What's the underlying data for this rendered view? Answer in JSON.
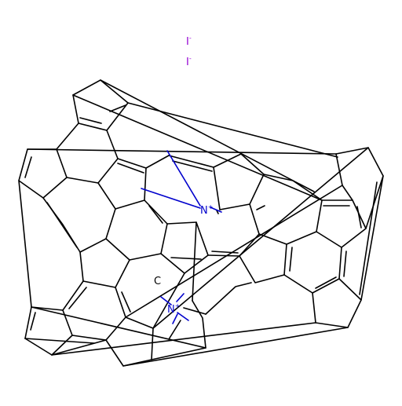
{
  "diagram": {
    "type": "chemical-structure",
    "bond_color": "#000000",
    "nitrogen_color": "#0000cc",
    "iodide_color": "#9400d3",
    "background": "#ffffff"
  },
  "counter_ions": [
    {
      "element": "I",
      "charge": "-"
    },
    {
      "element": "I",
      "charge": "-"
    }
  ],
  "atoms": [
    {
      "id": "n1",
      "element": "N",
      "charge": "+"
    },
    {
      "id": "n2",
      "element": "N",
      "charge": "+"
    },
    {
      "id": "c1",
      "element": "C",
      "charge": ""
    }
  ]
}
